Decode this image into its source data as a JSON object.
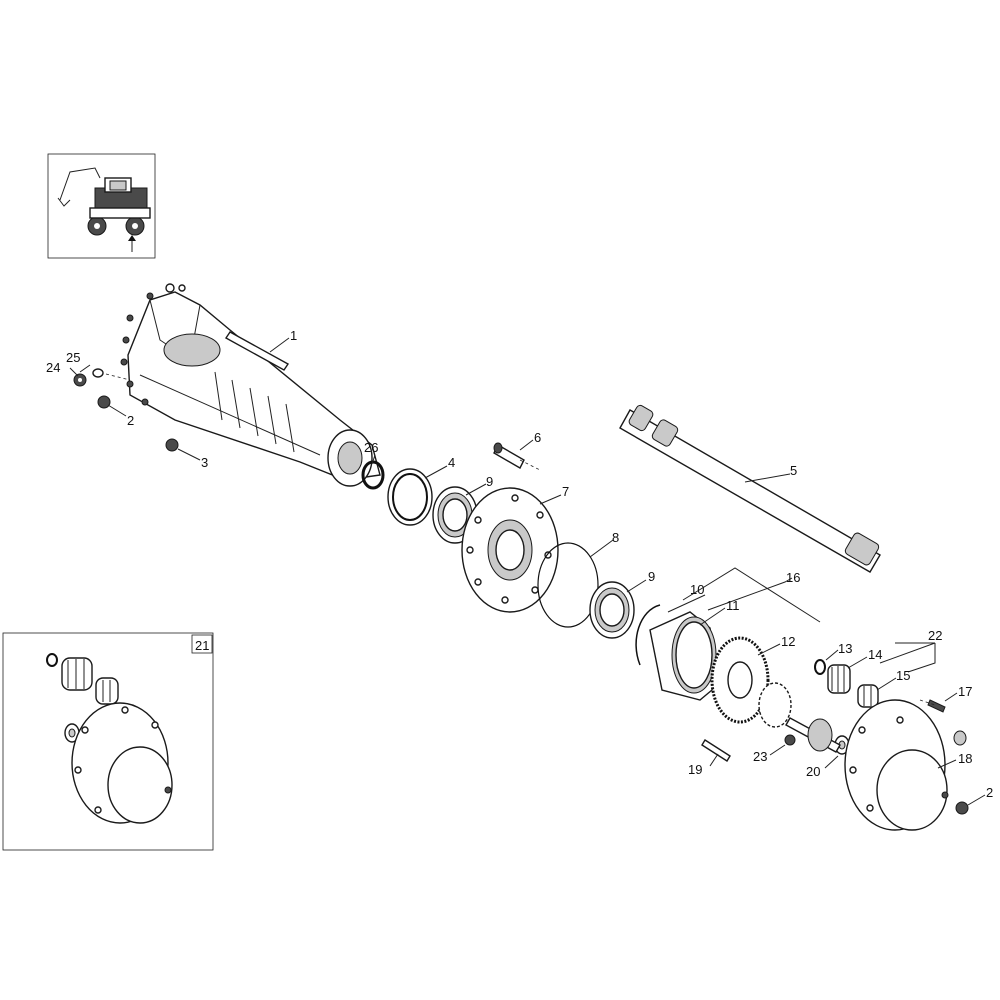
{
  "diagram": {
    "callouts": [
      {
        "id": "c1",
        "text": "1"
      },
      {
        "id": "c2a",
        "text": "2"
      },
      {
        "id": "c2b",
        "text": "2"
      },
      {
        "id": "c3",
        "text": "3"
      },
      {
        "id": "c4",
        "text": "4"
      },
      {
        "id": "c5",
        "text": "5"
      },
      {
        "id": "c6",
        "text": "6"
      },
      {
        "id": "c7",
        "text": "7"
      },
      {
        "id": "c8",
        "text": "8"
      },
      {
        "id": "c9a",
        "text": "9"
      },
      {
        "id": "c9b",
        "text": "9"
      },
      {
        "id": "c10",
        "text": "10"
      },
      {
        "id": "c11",
        "text": "11"
      },
      {
        "id": "c12",
        "text": "12"
      },
      {
        "id": "c13",
        "text": "13"
      },
      {
        "id": "c14",
        "text": "14"
      },
      {
        "id": "c15",
        "text": "15"
      },
      {
        "id": "c16",
        "text": "16"
      },
      {
        "id": "c17",
        "text": "17"
      },
      {
        "id": "c18",
        "text": "18"
      },
      {
        "id": "c19",
        "text": "19"
      },
      {
        "id": "c20",
        "text": "20"
      },
      {
        "id": "c21",
        "text": "21"
      },
      {
        "id": "c22",
        "text": "22"
      },
      {
        "id": "c23",
        "text": "23"
      },
      {
        "id": "c24",
        "text": "24"
      },
      {
        "id": "c25",
        "text": "25"
      },
      {
        "id": "c26",
        "text": "26"
      }
    ]
  }
}
